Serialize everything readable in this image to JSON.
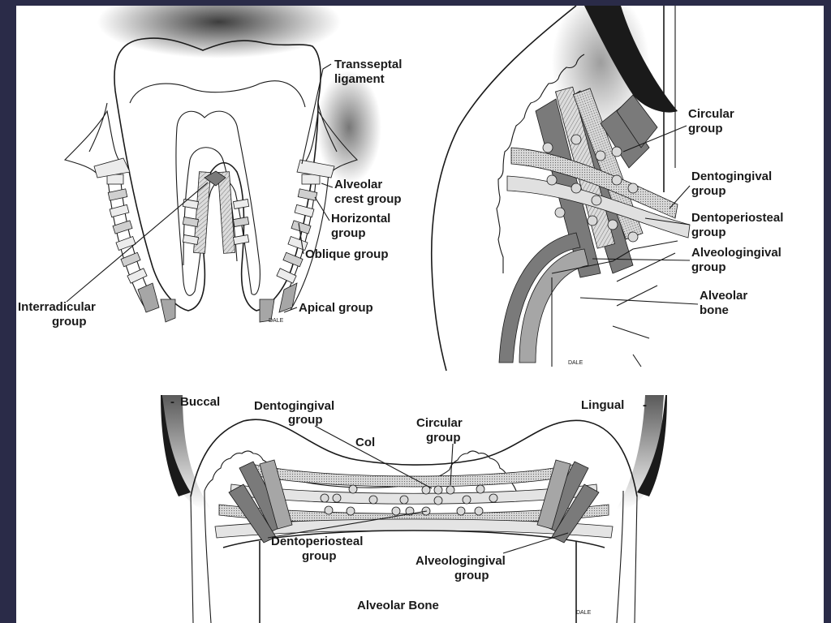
{
  "slide": {
    "background_color": "#2a2b48",
    "panel_color": "#ffffff"
  },
  "tooth_panel": {
    "labels": {
      "transseptal_line1": "Transseptal",
      "transseptal_line2": "ligament",
      "alveolar_crest_line1": "Alveolar",
      "alveolar_crest_line2": "crest group",
      "horizontal_line1": "Horizontal",
      "horizontal_line2": "group",
      "oblique": "Oblique group",
      "interradicular_line1": "Interradicular",
      "interradicular_line2": "group",
      "apical": "Apical group"
    },
    "signature": "DALE"
  },
  "gingiva_panel": {
    "labels": {
      "circular_line1": "Circular",
      "circular_line2": "group",
      "dentogingival_line1": "Dentogingival",
      "dentogingival_line2": "group",
      "dentoperiosteal_line1": "Dentoperiosteal",
      "dentoperiosteal_line2": "group",
      "alveologingival_line1": "Alveologingival",
      "alveologingival_line2": "group",
      "alveolar_bone_line1": "Alveolar",
      "alveolar_bone_line2": "bone"
    },
    "signature": "DALE"
  },
  "col_panel": {
    "labels": {
      "buccal": "Buccal",
      "lingual": "Lingual",
      "dentogingival_line1": "Dentogingival",
      "dentogingival_line2": "group",
      "col": "Col",
      "circular_line1": "Circular",
      "circular_line2": "group",
      "dentoperiosteal_line1": "Dentoperiosteal",
      "dentoperiosteal_line2": "group",
      "alveologingival_line1": "Alveologingival",
      "alveologingival_line2": "group",
      "alveolar_bone": "Alveolar Bone"
    },
    "signature": "DALE"
  }
}
